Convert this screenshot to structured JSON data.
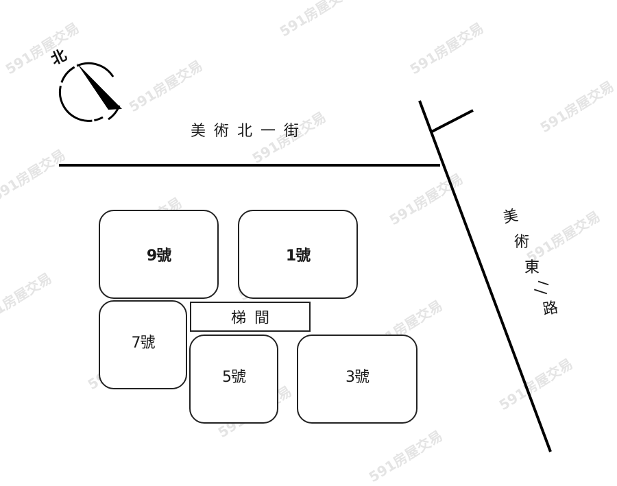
{
  "compass": {
    "label": "北",
    "icon": "north-arrow-icon"
  },
  "streets": {
    "north": "美術北一街",
    "east": [
      "美",
      "術",
      "東",
      "二",
      "路"
    ]
  },
  "units": [
    {
      "id": "9",
      "label": "9號"
    },
    {
      "id": "1",
      "label": "1號"
    },
    {
      "id": "7",
      "label": "7號"
    },
    {
      "id": "5",
      "label": "5號"
    },
    {
      "id": "3",
      "label": "3號"
    }
  ],
  "stairwell": {
    "label": "梯間"
  },
  "watermark": "591房屋交易",
  "colors": {
    "line": "#000000",
    "background": "#ffffff",
    "watermark": "#e4e4e4"
  }
}
